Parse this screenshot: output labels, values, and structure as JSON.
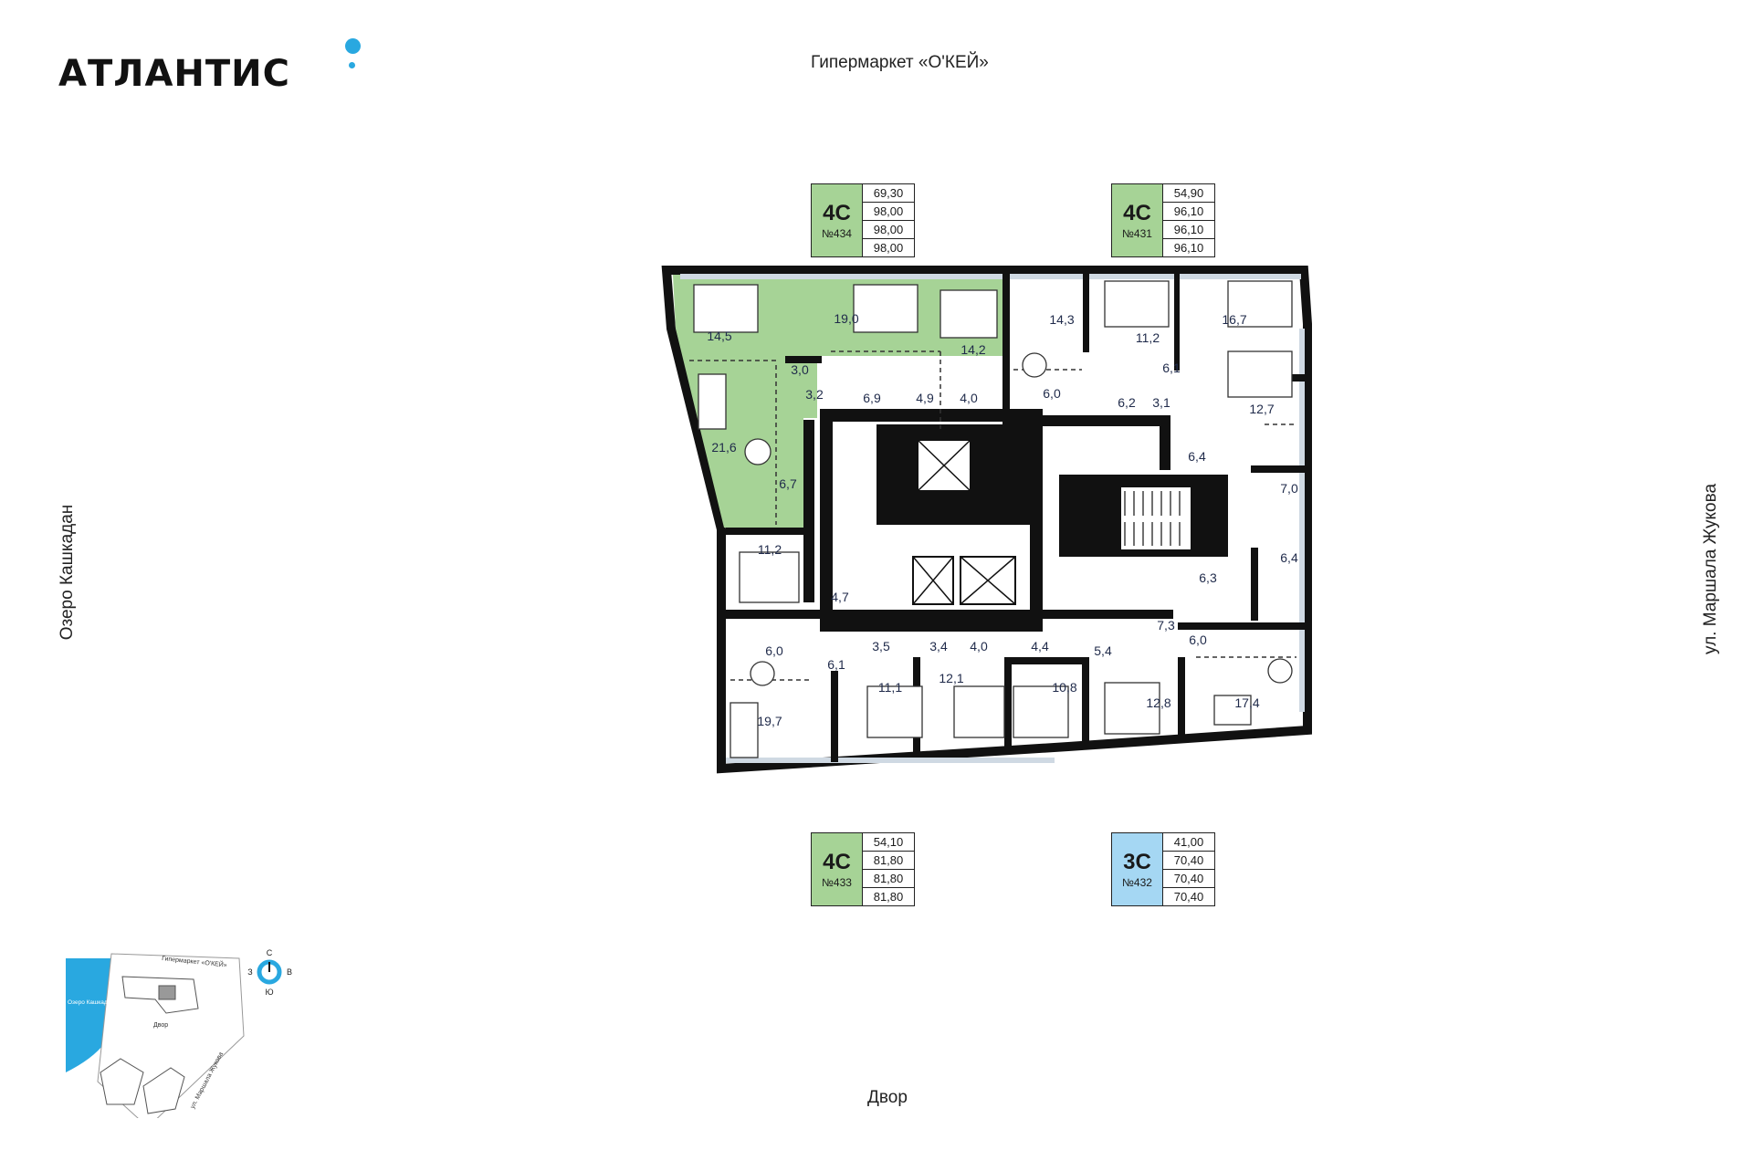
{
  "brand": {
    "name": "АТЛАНТИС",
    "accent_color": "#29a8e0"
  },
  "streets": {
    "top": "Гипермаркет «О'КЕЙ»",
    "left": "Озеро Кашкадан",
    "right": "ул. Маршала Жукова",
    "bottom": "Двор"
  },
  "apartments": [
    {
      "type": "4С",
      "number": "№434",
      "color": "#a6d396",
      "values": [
        "69,30",
        "98,00",
        "98,00",
        "98,00"
      ]
    },
    {
      "type": "4С",
      "number": "№431",
      "color": "#a6d396",
      "values": [
        "54,90",
        "96,10",
        "96,10",
        "96,10"
      ]
    },
    {
      "type": "4С",
      "number": "№433",
      "color": "#a6d396",
      "values": [
        "54,10",
        "81,80",
        "81,80",
        "81,80"
      ]
    },
    {
      "type": "3С",
      "number": "№432",
      "color": "#a5d7f3",
      "values": [
        "41,00",
        "70,40",
        "70,40",
        "70,40"
      ]
    }
  ],
  "rooms": [
    "14,5",
    "19,0",
    "14,2",
    "3,0",
    "3,2",
    "6,9",
    "4,9",
    "4,0",
    "21,6",
    "6,7",
    "14,3",
    "11,2",
    "16,7",
    "6,1",
    "6,0",
    "6,2",
    "3,1",
    "12,7",
    "6,4",
    "7,0",
    "11,2",
    "4,7",
    "6,4",
    "6,3",
    "7,3",
    "6,0",
    "3,5",
    "3,4",
    "4,0",
    "4,4",
    "5,4",
    "6,0",
    "6,1",
    "11,1",
    "12,1",
    "10,8",
    "12,8",
    "17,4",
    "19,7"
  ],
  "minimap": {
    "street_top": "Гипермаркет «О'КЕЙ»",
    "lake": "Озеро Кашкадан",
    "yard": "Двор",
    "street_right": "ул. Маршала Жукова"
  },
  "compass": {
    "n": "С",
    "s": "Ю",
    "w": "З",
    "e": "В"
  }
}
